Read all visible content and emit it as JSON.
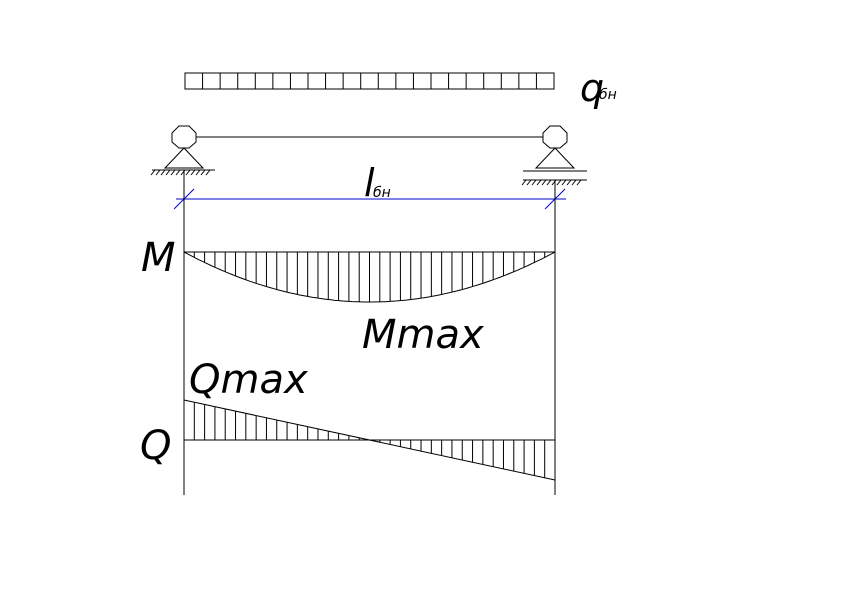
{
  "diagram": {
    "load_label_main": "q",
    "load_label_sub": "бн",
    "span_label_main": "l",
    "span_label_sub": "бн",
    "moment_label": "M",
    "moment_max_label": "Mmax",
    "shear_label": "Q",
    "shear_max_label": "Qmax"
  },
  "colors": {
    "lines": "#000000",
    "dimension": "#0000cc",
    "background": "#ffffff"
  }
}
